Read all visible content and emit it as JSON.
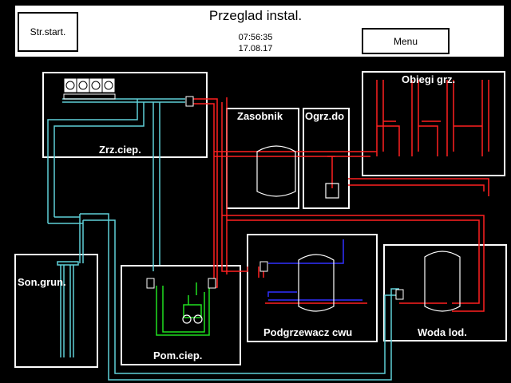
{
  "header": {
    "title": "Przeglad instal.",
    "time": "07:56:35",
    "date": "17.08.17",
    "start_button": "Str.start.",
    "menu_button": "Menu"
  },
  "modules": {
    "zrz_ciep": "Zrz.ciep.",
    "zasobnik": "Zasobnik",
    "ogrz_do": "Ogrz.do",
    "obiegi_grz": "Obiegi grz.",
    "son_grun": "Son.grun.",
    "pom_ciep": "Pom.ciep.",
    "podgrzewacz_cwu": "Podgrzewacz cwu",
    "woda_lod": "Woda lod."
  },
  "colors": {
    "background": "#000000",
    "brine_pipe": "#5fd0d8",
    "hot_pipe": "#ff2020",
    "green_pipe": "#20e020",
    "blue_pipe": "#3030ff"
  }
}
